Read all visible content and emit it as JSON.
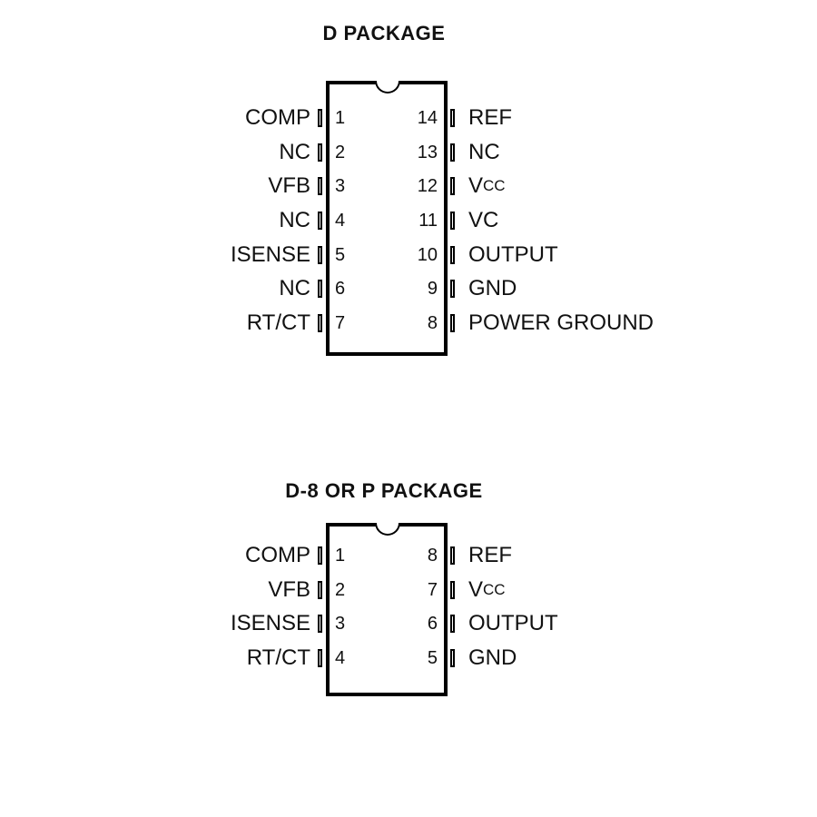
{
  "packages": [
    {
      "title": "D PACKAGE",
      "rows": [
        {
          "left_label": "COMP",
          "left_pin": "1",
          "right_pin": "14",
          "right_label": "REF"
        },
        {
          "left_label": "NC",
          "left_pin": "2",
          "right_pin": "13",
          "right_label": "NC"
        },
        {
          "left_label": "VFB",
          "left_pin": "3",
          "right_pin": "12",
          "right_label": "V",
          "right_sub": "CC"
        },
        {
          "left_label": "NC",
          "left_pin": "4",
          "right_pin": "11",
          "right_label": "VC"
        },
        {
          "left_label": "ISENSE",
          "left_pin": "5",
          "right_pin": "10",
          "right_label": "OUTPUT"
        },
        {
          "left_label": "NC",
          "left_pin": "6",
          "right_pin": "9",
          "right_label": "GND"
        },
        {
          "left_label": "RT/CT",
          "left_pin": "7",
          "right_pin": "8",
          "right_label": "POWER GROUND"
        }
      ]
    },
    {
      "title": "D-8 OR P PACKAGE",
      "rows": [
        {
          "left_label": "COMP",
          "left_pin": "1",
          "right_pin": "8",
          "right_label": "REF"
        },
        {
          "left_label": "VFB",
          "left_pin": "2",
          "right_pin": "7",
          "right_label": "V",
          "right_sub": "CC"
        },
        {
          "left_label": "ISENSE",
          "left_pin": "3",
          "right_pin": "6",
          "right_label": "OUTPUT"
        },
        {
          "left_label": "RT/CT",
          "left_pin": "4",
          "right_pin": "5",
          "right_label": "GND"
        }
      ]
    }
  ]
}
